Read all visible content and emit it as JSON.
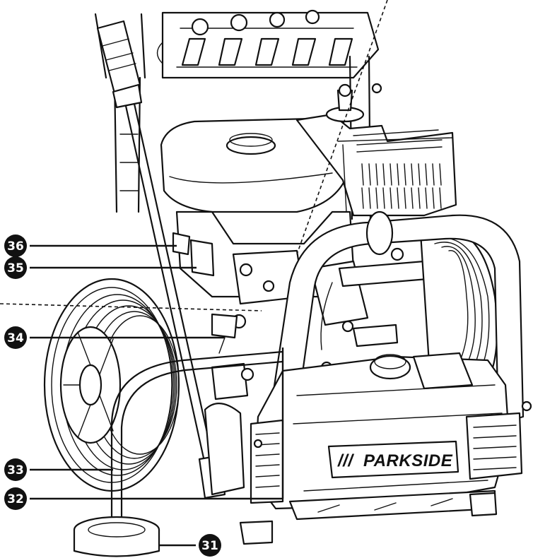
{
  "brand": {
    "name": "PARKSIDE",
    "prefix": "///"
  },
  "callouts": [
    {
      "id": "36",
      "label": "36"
    },
    {
      "id": "35",
      "label": "35"
    },
    {
      "id": "34",
      "label": "34"
    },
    {
      "id": "33",
      "label": "33"
    },
    {
      "id": "32",
      "label": "32"
    },
    {
      "id": "31",
      "label": "31"
    }
  ],
  "colors": {
    "ink": "#111111",
    "paper": "#ffffff"
  }
}
